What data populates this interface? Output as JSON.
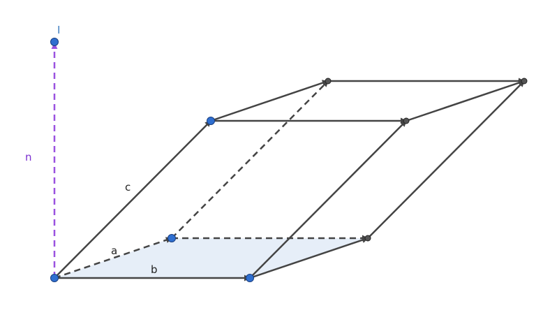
{
  "labels": {
    "a": "a",
    "b": "b",
    "c": "c",
    "n": "n",
    "I": "I"
  },
  "colors": {
    "edge": "#444444",
    "vector_n": "#9a52e0",
    "label_n": "#7b2fd0",
    "label_I": "#3f7fc0",
    "point_blue": "#2f6fd0",
    "point_gray": "#555555",
    "base_fill": "#e6eef8"
  }
}
